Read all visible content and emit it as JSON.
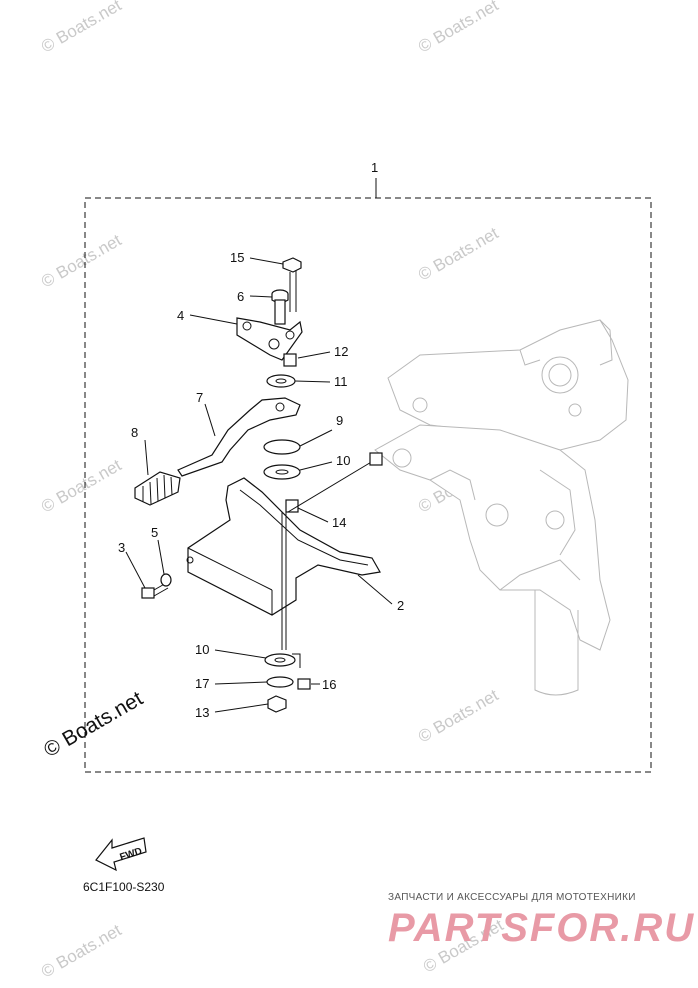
{
  "diagram_code": "6C1F100-S230",
  "fwd_label": "FWD",
  "watermark": "© Boats.net",
  "watermark_main": "© Boats.net",
  "shop": {
    "tagline": "ЗАПЧАСТИ И АКСЕССУАРЫ ДЛЯ МОТОТЕХНИКИ",
    "logo": "PARTSFOR.RU"
  },
  "callouts": {
    "c1": "1",
    "c2": "2",
    "c3": "3",
    "c4": "4",
    "c5": "5",
    "c6": "6",
    "c7": "7",
    "c8": "8",
    "c9": "9",
    "c10a": "10",
    "c10b": "10",
    "c11": "11",
    "c12": "12",
    "c13": "13",
    "c14": "14",
    "c15": "15",
    "c16": "16",
    "c17": "17"
  }
}
